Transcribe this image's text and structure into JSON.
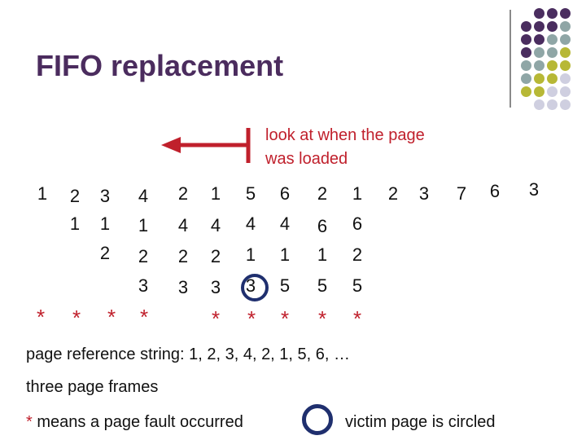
{
  "title": "FIFO replacement",
  "note": {
    "line1": "look at when the page",
    "line2": "was loaded"
  },
  "reference_row": [
    "1",
    "2",
    "3",
    "4",
    "2",
    "1",
    "5",
    "6",
    "2",
    "1",
    "2",
    "3",
    "7",
    "6",
    "3"
  ],
  "frames": {
    "row1": [
      "",
      "1",
      "1",
      "1",
      "4",
      "4",
      "4",
      "4",
      "6",
      "6"
    ],
    "row2": [
      "",
      "",
      "2",
      "2",
      "2",
      "2",
      "1",
      "1",
      "1",
      "2"
    ],
    "row3": [
      "",
      "",
      "",
      "3",
      "3",
      "3",
      "3",
      "5",
      "5",
      "5"
    ]
  },
  "faults": [
    "*",
    "*",
    "*",
    "*",
    "",
    "*",
    "*",
    "*",
    "*",
    "*"
  ],
  "footer": {
    "reference_string": "page reference string: 1, 2, 3, 4, 2, 1, 5, 6, …",
    "frames_text": "three page frames",
    "star_symbol": "*",
    "legend_fault": " means a page fault occurred",
    "legend_victim": "victim page is circled"
  },
  "colors": {
    "accent_red": "#c0202c",
    "title_purple": "#4b2c5e",
    "circle_blue": "#1f2f6e",
    "dot_purple": "#4a2d5f",
    "dot_teal": "#8fa6a6",
    "dot_olive": "#b7b836",
    "dot_lavender": "#cfcfe0"
  }
}
